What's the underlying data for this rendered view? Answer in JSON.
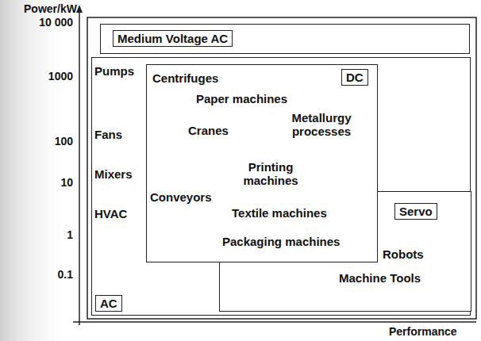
{
  "diagram": {
    "nodes": [
      {
        "text": [
          "Medium Voltage AC"
        ]
      },
      {
        "text": [
          "AC",
          "Pumps",
          "Fans",
          "Mixers",
          "HVAC"
        ]
      },
      {
        "text": [
          "DC",
          "Centrifuges",
          "Paper machines",
          "Cranes",
          "Metallurgy processes",
          "Printing machines",
          "Conveyors",
          "Textile machines",
          "Packaging machines"
        ],
        "in": 1
      },
      {
        "text": [
          "Servo",
          "Robots",
          "Machine Tools"
        ],
        "in": 1
      }
    ],
    "labels": [
      "Power/kW",
      "10 000",
      "1000",
      "100",
      "10",
      "1",
      "0.1",
      "Performance"
    ]
  }
}
